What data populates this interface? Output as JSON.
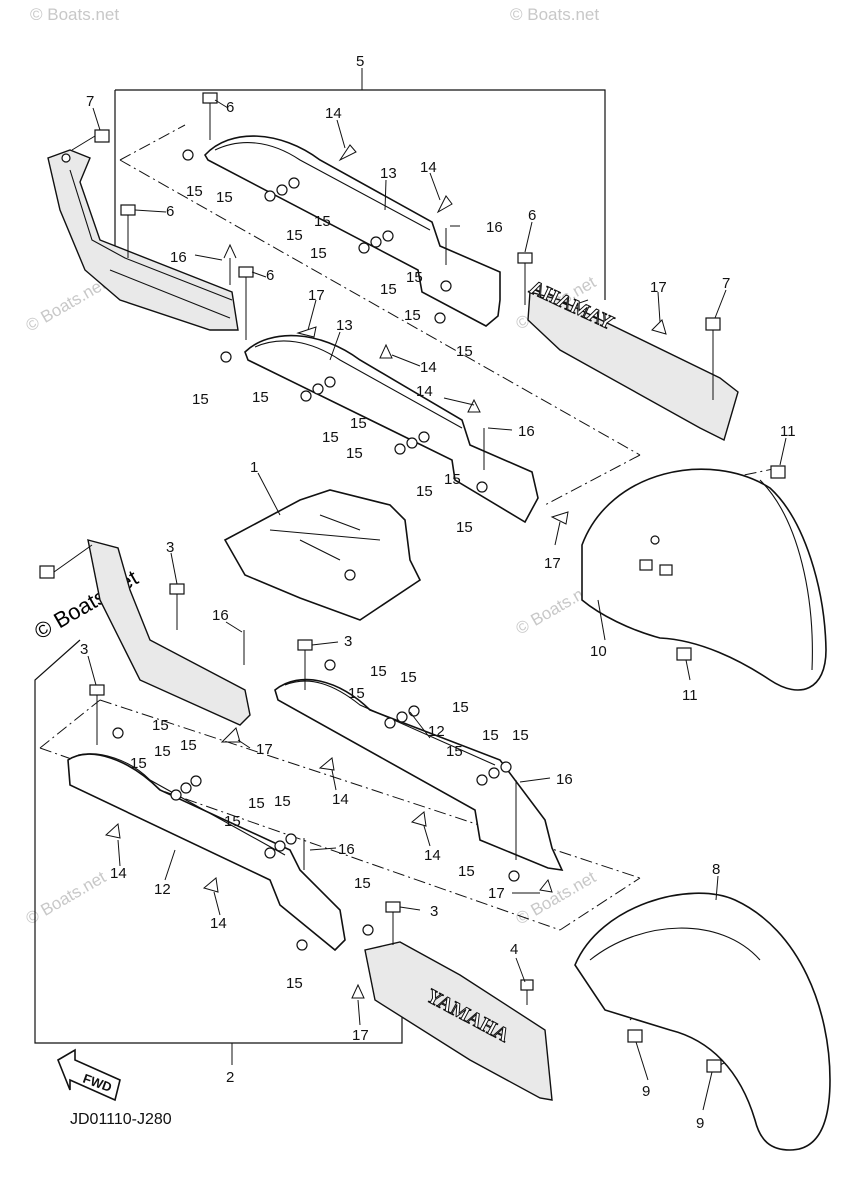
{
  "drawing_code": "JD01110-J280",
  "fwd_label": "FWD",
  "brand_text": "YAMAHA",
  "watermark": "© Boats.net",
  "callouts": {
    "c1": "1",
    "c2": "2",
    "c3": "3",
    "c4": "4",
    "c5": "5",
    "c6": "6",
    "c7": "7",
    "c8": "8",
    "c9": "9",
    "c10": "10",
    "c11": "11",
    "c12": "12",
    "c13": "13",
    "c14": "14",
    "c15": "15",
    "c16": "16",
    "c17": "17"
  }
}
